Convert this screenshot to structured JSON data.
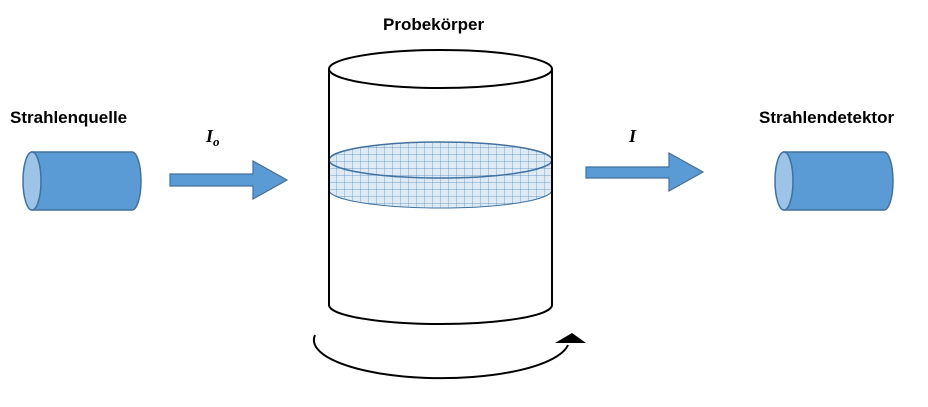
{
  "labels": {
    "source": "Strahlenquelle",
    "sample": "Probekörper",
    "detector": "Strahlendetektor"
  },
  "symbols": {
    "incident_main": "I",
    "incident_sub": "o",
    "transmitted": "I"
  },
  "icons": {
    "source": "cylinder-icon",
    "detector": "cylinder-icon",
    "beam": "arrow-right-icon",
    "rotation": "rotation-arrow-icon"
  },
  "colors": {
    "device_fill": "#5b9bd5",
    "device_stroke": "#41719c",
    "device_face": "#9dc3e6",
    "grid_fill": "#deebf7",
    "grid_line": "#4f86b9",
    "outline": "#000000"
  }
}
